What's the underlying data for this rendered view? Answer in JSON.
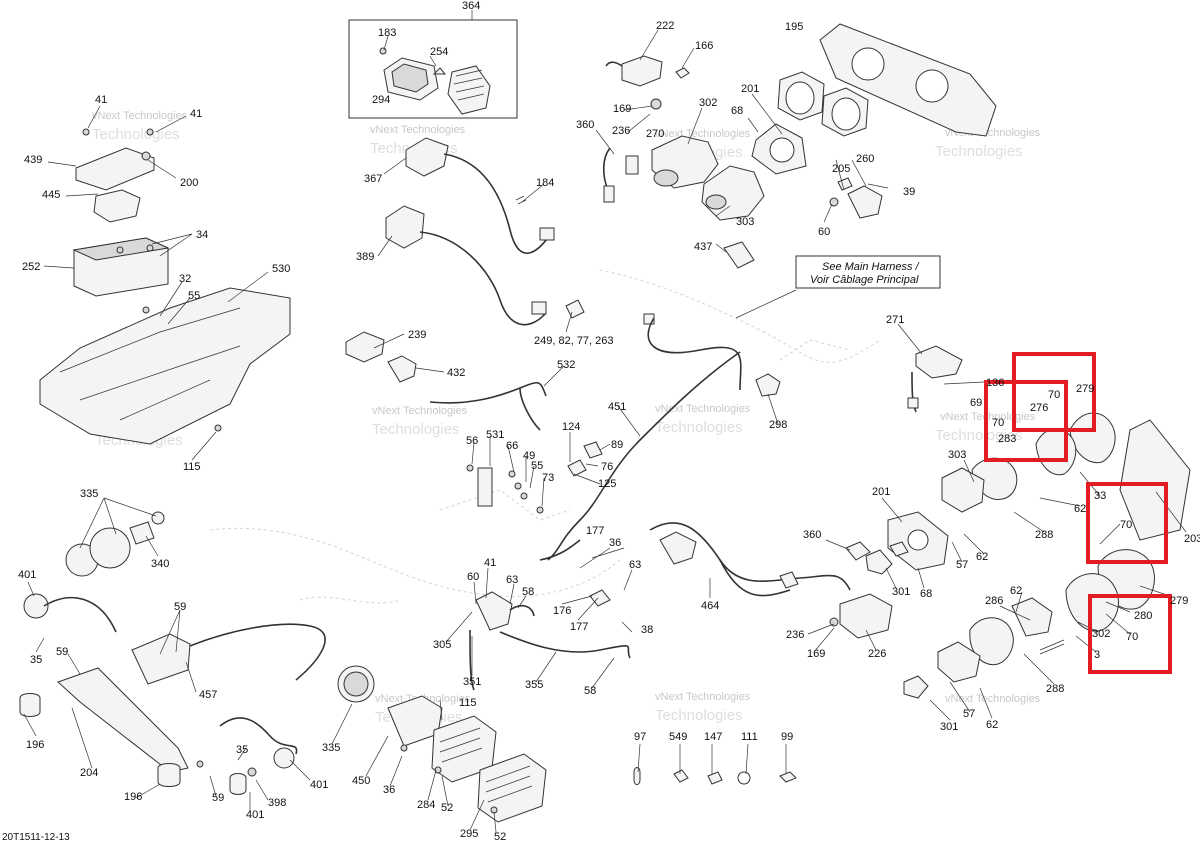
{
  "diagram": {
    "reference_code": "20T1511-12-13",
    "note_lines": [
      "See Main Harness /",
      "Voir Câblage Principal"
    ],
    "watermark_small": "vNext Technologies",
    "watermark_large": "Technologies",
    "highlight_color": "#e31b23",
    "labels": {
      "l364": "364",
      "l183": "183",
      "l254": "254",
      "l294": "294",
      "l222": "222",
      "l166": "166",
      "l195": "195",
      "l201a": "201",
      "l169a": "169",
      "l302a": "302",
      "l68a": "68",
      "l360a": "360",
      "l236a": "236",
      "l270": "270",
      "l303a": "303",
      "l205": "205",
      "l260": "260",
      "l39": "39",
      "l60a": "60",
      "l41a": "41",
      "l41b": "41",
      "l439": "439",
      "l200": "200",
      "l445": "445",
      "l34": "34",
      "l252": "252",
      "l32": "32",
      "l55a": "55",
      "l530": "530",
      "l115a": "115",
      "l367": "367",
      "l184": "184",
      "l389": "389",
      "l437": "437",
      "l249": "249, 82, 77, 263",
      "l239": "239",
      "l432": "432",
      "l532": "532",
      "l271": "271",
      "l136": "136",
      "l69": "69",
      "l70a": "70",
      "l279a": "279",
      "l276": "276",
      "l70b": "70",
      "l283": "283",
      "l298": "298",
      "l451": "451",
      "l56": "56",
      "l531": "531",
      "l66": "66",
      "l49": "49",
      "l55b": "55",
      "l124": "124",
      "l89": "89",
      "l76": "76",
      "l73": "73",
      "l125": "125",
      "l303b": "303",
      "l62a": "62",
      "l33": "33",
      "l70c": "70",
      "l203": "203",
      "l201b": "201",
      "l288a": "288",
      "l62b": "62",
      "l57a": "57",
      "l335a": "335",
      "l340": "340",
      "l177a": "177",
      "l36a": "36",
      "l360b": "360",
      "l301a": "301",
      "l68b": "68",
      "l279b": "279",
      "l401a": "401",
      "l59a": "59",
      "l41c": "41",
      "l60b": "60",
      "l63a": "63",
      "l58a": "58",
      "l63b": "63",
      "l176": "176",
      "l177b": "177",
      "l464": "464",
      "l62c": "62",
      "l286": "286",
      "l280": "280",
      "l70d": "70",
      "l302b": "302",
      "l3": "3",
      "l35a": "35",
      "l59b": "59",
      "l457": "457",
      "l305": "305",
      "l38": "38",
      "l236b": "236",
      "l169b": "169",
      "l226": "226",
      "l288b": "288",
      "l351": "351",
      "l355": "355",
      "l58b": "58",
      "l196a": "196",
      "l204": "204",
      "l335b": "335",
      "l35b": "35",
      "l401b": "401",
      "l115b": "115",
      "l450": "450",
      "l36b": "36",
      "l284": "284",
      "l52a": "52",
      "l97": "97",
      "l549": "549",
      "l147": "147",
      "l111": "111",
      "l99": "99",
      "l301b": "301",
      "l57b": "57",
      "l62d": "62",
      "l196b": "196",
      "l59c": "59",
      "l398": "398",
      "l401c": "401",
      "l295": "295",
      "l52b": "52"
    }
  }
}
